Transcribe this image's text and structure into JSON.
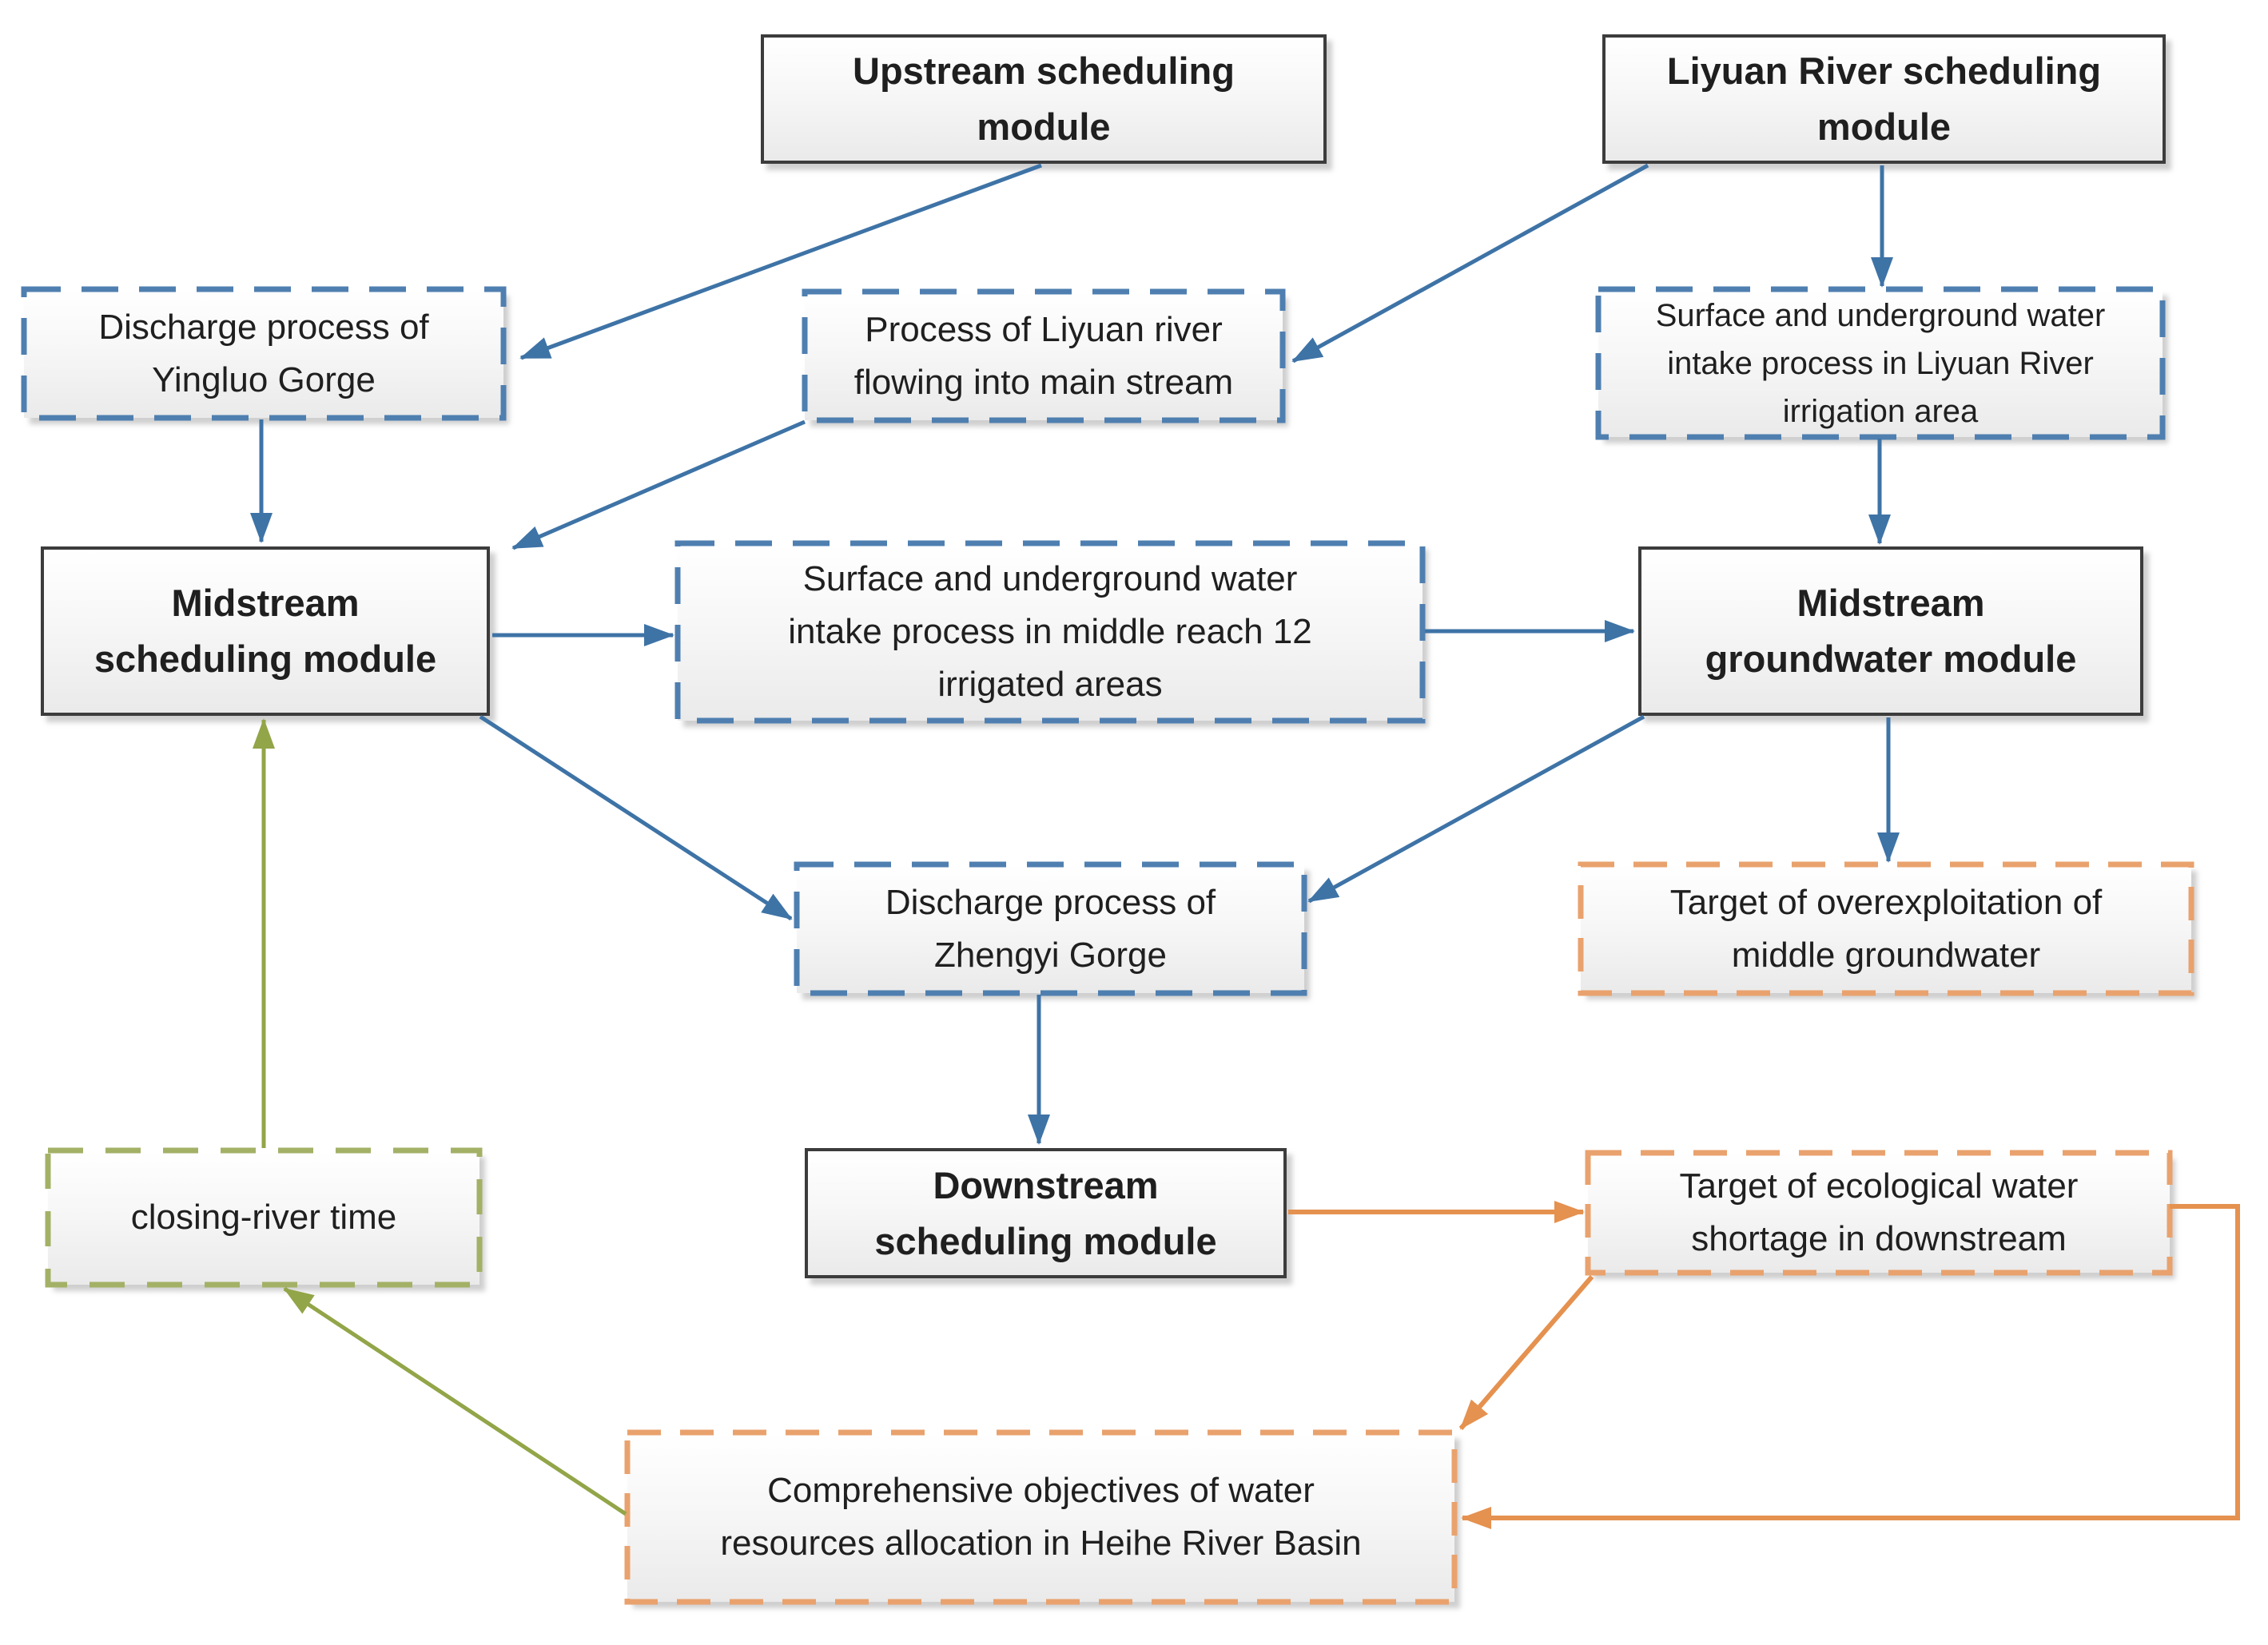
{
  "diagram": {
    "figure_type": "flowchart",
    "colors": {
      "blue_edge": "#3e73a6",
      "blue_dash_border": "#4f7fb0",
      "orange_edge": "#e5914f",
      "orange_dash_border": "#e9a26d",
      "green_edge": "#92a548",
      "green_dash_border": "#a3b166",
      "solid_box_border": "#3c3c3c",
      "box_fill_top": "#ffffff",
      "box_fill_bottom": "#eaeaea",
      "text": "#1f1f1f"
    },
    "nodes": [
      {
        "id": "upstream-scheduling-module",
        "label": "Upstream scheduling\nmodule",
        "style": "solid",
        "emphasis": "bold"
      },
      {
        "id": "liyuan-river-scheduling-module",
        "label": "Liyuan River scheduling\nmodule",
        "style": "solid",
        "emphasis": "bold"
      },
      {
        "id": "discharge-process-yingluo-gorge",
        "label": "Discharge process of\nYingluo Gorge",
        "style": "dashed-blue"
      },
      {
        "id": "process-liyuan-river",
        "label": "Process of Liyuan river\nflowing into main stream",
        "style": "dashed-blue"
      },
      {
        "id": "liyuan-irrigation-intake",
        "label": "Surface and underground water\nintake process in Liyuan River\nirrigation area",
        "style": "dashed-blue"
      },
      {
        "id": "midstream-scheduling-module",
        "label": "Midstream\nscheduling module",
        "style": "solid",
        "emphasis": "bold"
      },
      {
        "id": "middle-reach-intake",
        "label": "Surface and underground water\nintake process in middle reach 12\nirrigated areas",
        "style": "dashed-blue"
      },
      {
        "id": "midstream-groundwater-module",
        "label": "Midstream\ngroundwater module",
        "style": "solid",
        "emphasis": "bold"
      },
      {
        "id": "discharge-process-zhengyi-gorge",
        "label": "Discharge process of\nZhengyi Gorge",
        "style": "dashed-blue"
      },
      {
        "id": "overexploitation-target",
        "label": "Target of overexploitation of\nmiddle groundwater",
        "style": "dashed-orange"
      },
      {
        "id": "closing-river-time",
        "label": "closing-river time",
        "style": "dashed-green"
      },
      {
        "id": "downstream-scheduling-module",
        "label": "Downstream\nscheduling module",
        "style": "solid",
        "emphasis": "bold"
      },
      {
        "id": "ecological-shortage-target",
        "label": "Target of ecological water\nshortage in downstream",
        "style": "dashed-orange"
      },
      {
        "id": "comprehensive-objectives",
        "label": "Comprehensive objectives of water\nresources allocation in Heihe River Basin",
        "style": "dashed-orange"
      }
    ],
    "edges": [
      {
        "from": "upstream-scheduling-module",
        "to": "discharge-process-yingluo-gorge",
        "color": "blue"
      },
      {
        "from": "liyuan-river-scheduling-module",
        "to": "process-liyuan-river",
        "color": "blue"
      },
      {
        "from": "liyuan-river-scheduling-module",
        "to": "liyuan-irrigation-intake",
        "color": "blue"
      },
      {
        "from": "discharge-process-yingluo-gorge",
        "to": "midstream-scheduling-module",
        "color": "blue"
      },
      {
        "from": "process-liyuan-river",
        "to": "midstream-scheduling-module",
        "color": "blue"
      },
      {
        "from": "midstream-scheduling-module",
        "to": "middle-reach-intake",
        "color": "blue"
      },
      {
        "from": "middle-reach-intake",
        "to": "midstream-groundwater-module",
        "color": "blue"
      },
      {
        "from": "liyuan-irrigation-intake",
        "to": "midstream-groundwater-module",
        "color": "blue"
      },
      {
        "from": "midstream-scheduling-module",
        "to": "discharge-process-zhengyi-gorge",
        "color": "blue"
      },
      {
        "from": "midstream-groundwater-module",
        "to": "discharge-process-zhengyi-gorge",
        "color": "blue"
      },
      {
        "from": "midstream-groundwater-module",
        "to": "overexploitation-target",
        "color": "blue"
      },
      {
        "from": "discharge-process-zhengyi-gorge",
        "to": "downstream-scheduling-module",
        "color": "blue"
      },
      {
        "from": "downstream-scheduling-module",
        "to": "ecological-shortage-target",
        "color": "orange"
      },
      {
        "from": "ecological-shortage-target",
        "to": "comprehensive-objectives",
        "color": "orange",
        "route": "diagonal"
      },
      {
        "from": "ecological-shortage-target",
        "to": "comprehensive-objectives",
        "color": "orange",
        "route": "right-elbow"
      },
      {
        "from": "comprehensive-objectives",
        "to": "closing-river-time",
        "color": "green"
      },
      {
        "from": "closing-river-time",
        "to": "midstream-scheduling-module",
        "color": "green"
      }
    ]
  }
}
